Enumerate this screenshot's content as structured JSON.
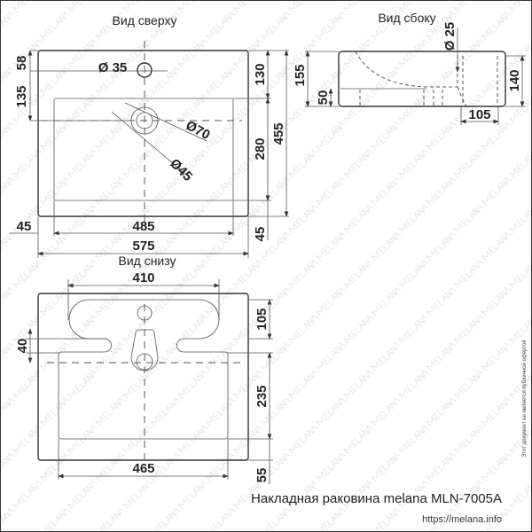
{
  "watermark": "MELANA",
  "top_view": {
    "title": "Вид сверху",
    "dims": {
      "d58": "58",
      "d135": "135",
      "d_hole": "Ø 35",
      "d130": "130",
      "d155": "455",
      "d280": "280",
      "d_outer": "Ø70",
      "d_inner": "Ø45",
      "d45_left": "45",
      "d485": "485",
      "d575": "575",
      "d45_right": "45"
    }
  },
  "side_view": {
    "title": "Вид сбоку",
    "dims": {
      "d25": "Ø 25",
      "d155": "155",
      "d50": "50",
      "d140": "140",
      "d105": "105"
    }
  },
  "bottom_view": {
    "title": "Вид снизу",
    "dims": {
      "d410": "410",
      "d105": "105",
      "d40": "40",
      "d235": "235",
      "d465": "465",
      "d55": "55"
    }
  },
  "caption": "Накладная раковина melana MLN-7005A",
  "url": "https://melana.info",
  "disclaimer": "Этот документ не является публичной офертой"
}
